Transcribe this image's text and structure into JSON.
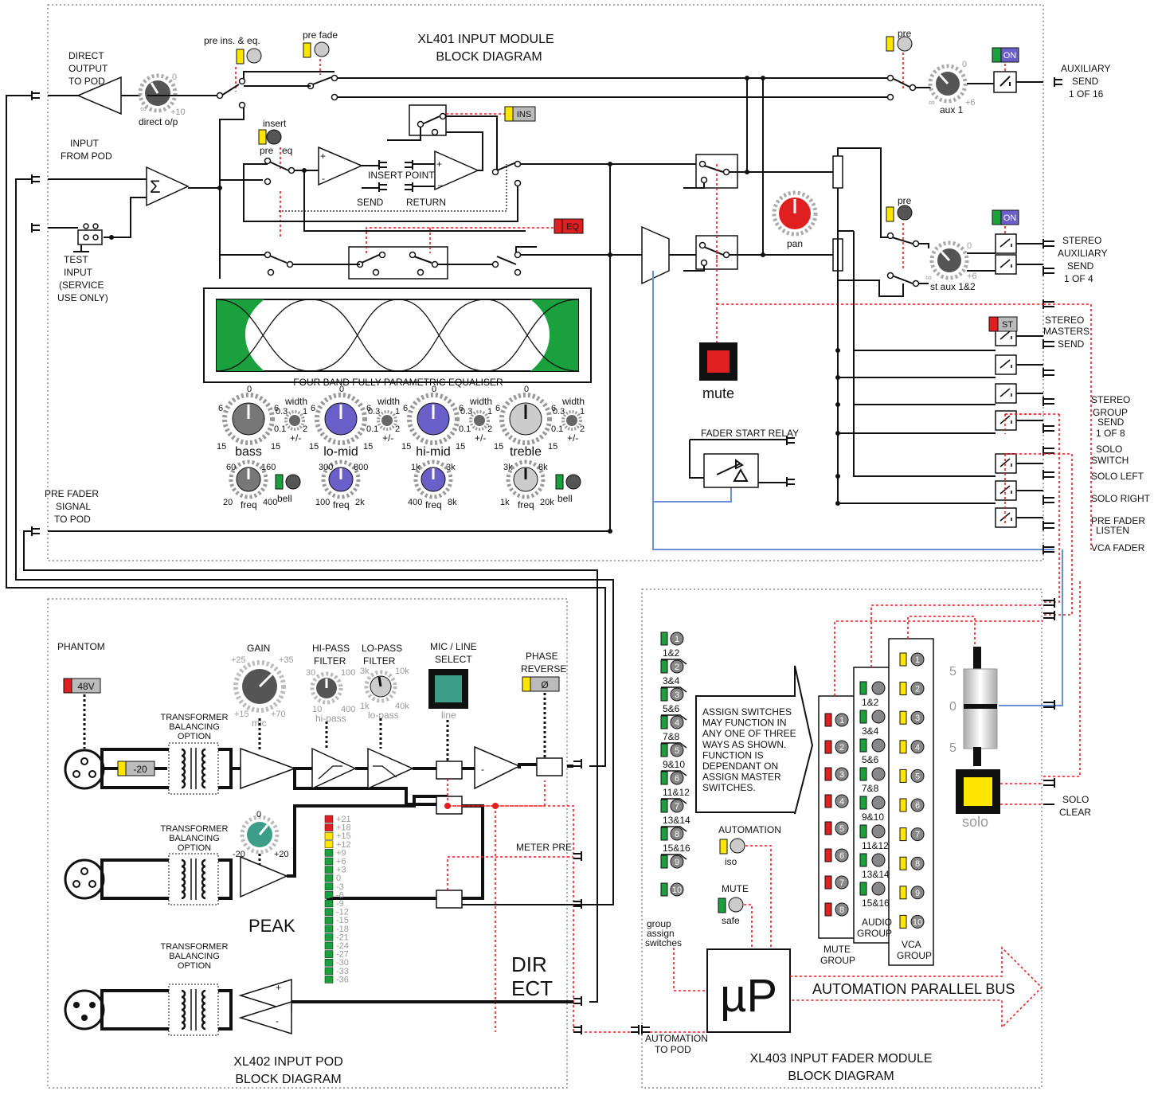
{
  "modules": {
    "xl401_line1": "XL401 INPUT MODULE",
    "xl401_line2": "BLOCK DIAGRAM",
    "xl402_line1": "XL402 INPUT POD",
    "xl402_line2": "BLOCK DIAGRAM",
    "xl403_line1": "XL403 INPUT FADER MODULE",
    "xl403_line2": "BLOCK DIAGRAM"
  },
  "left_io": {
    "direct1": "DIRECT",
    "direct2": "OUTPUT",
    "direct3": "TO POD",
    "input1": "INPUT",
    "input2": "FROM POD",
    "test1": "TEST",
    "test2": "INPUT",
    "test3": "(SERVICE",
    "test4": "USE ONLY)",
    "prefader1": "PRE FADER",
    "prefader2": "SIGNAL",
    "prefader3": "TO POD"
  },
  "top": {
    "pre_ins_eq": "pre ins. & eq.",
    "pre_fade": "pre fade",
    "pre": "pre",
    "on": "ON",
    "ins": "INS",
    "eq": "EQ",
    "st": "ST",
    "direct_op": "direct o/p",
    "insert": "insert",
    "pre_small": "pre",
    "eq_small": "eq",
    "insert_point": "INSERT POINT",
    "send": "SEND",
    "return": "RETURN",
    "sigma": "Σ",
    "aux1": "aux 1",
    "st_aux": "st aux 1&2",
    "pan": "pan",
    "mute": "mute",
    "fader_start": "FADER START RELAY",
    "plus": "+",
    "minus": "-",
    "minus_alt": "–",
    "inf": "∞",
    "zero": "0",
    "plus10": "+10",
    "plus6": "+6"
  },
  "right_io": {
    "aux1": "AUXILIARY",
    "aux2": "SEND",
    "aux3": "1 OF 16",
    "st1": "STEREO",
    "st2": "AUXILIARY",
    "st3": "SEND",
    "st4": "1 OF 4",
    "sm1": "STEREO",
    "sm2": "MASTERS",
    "sm3": "SEND",
    "sg1": "STEREO",
    "sg2": "GROUP",
    "sg3": "SEND",
    "sg4": "1 OF 8",
    "solo1": "SOLO",
    "solo2": "SWITCH",
    "solo_left": "SOLO LEFT",
    "solo_right": "SOLO RIGHT",
    "pfl1": "PRE FADER",
    "pfl2": "LISTEN",
    "vca": "VCA FADER",
    "soloclear1": "SOLO",
    "soloclear2": "CLEAR"
  },
  "eq": {
    "title": "FOUR BAND FULLY PARAMETRIC EQUALISER",
    "bands": [
      "bass",
      "lo-mid",
      "hi-mid",
      "treble"
    ],
    "width": "width",
    "w03": "0.3",
    "w1": "1",
    "w01": "0.1",
    "w2": "2",
    "pm": "+/-",
    "g0": "0",
    "g6": "6",
    "g15": "15",
    "freq": "freq",
    "bell": "bell",
    "f_bass": [
      "60",
      "160",
      "20",
      "400"
    ],
    "f_lomid": [
      "300",
      "800",
      "100",
      "2k"
    ],
    "f_himid": [
      "1k",
      "3k",
      "400",
      "8k"
    ],
    "f_treble": [
      "3k",
      "8k",
      "1k",
      "20k"
    ]
  },
  "pod": {
    "phantom": "PHANTOM",
    "v48": "48V",
    "pad": "-20",
    "trans1": "TRANSFORMER",
    "trans2": "BALANCING",
    "trans3": "OPTION",
    "gain": "GAIN",
    "gain_p25": "+25",
    "gain_p35": "+35",
    "gain_p15": "+15",
    "gain_p70": "+70",
    "mic": "mic",
    "hipass1": "HI-PASS",
    "hipass2": "FILTER",
    "hp_30": "30",
    "hp_100": "100",
    "hp_10": "10",
    "hp_400": "400",
    "hipass": "hi-pass",
    "lopass1": "LO-PASS",
    "lopass2": "FILTER",
    "lp_3k": "3k",
    "lp_10k": "10k",
    "lp_1k": "1k",
    "lp_40k": "40k",
    "lopass": "lo-pass",
    "micline1": "MIC / LINE",
    "micline2": "SELECT",
    "line": "line",
    "phase1": "PHASE",
    "phase2": "REVERSE",
    "phi": "Ø",
    "line_zero": "0",
    "line_m20": "-20",
    "line_p20": "+20",
    "peak": "PEAK",
    "meter_pre": "METER PRE",
    "dir1": "DIR",
    "dir2": "ECT",
    "meter": [
      "+21",
      "+18",
      "+15",
      "+12",
      "+9",
      "+6",
      "+3",
      "0",
      "-3",
      "-6",
      "-9",
      "-12",
      "-15",
      "-18",
      "-21",
      "-24",
      "-27",
      "-30",
      "-33",
      "-36"
    ]
  },
  "fader": {
    "assign_labels": [
      "1&2",
      "3&4",
      "5&6",
      "7&8",
      "9&10",
      "11&12",
      "13&14",
      "15&16"
    ],
    "numbers": [
      "1",
      "2",
      "3",
      "4",
      "5",
      "6",
      "7",
      "8",
      "9",
      "10"
    ],
    "group_assign1": "group",
    "group_assign2": "assign",
    "group_assign3": "switches",
    "note": [
      "ASSIGN SWITCHES",
      "MAY FUNCTION IN",
      "ANY ONE OF THREE",
      "WAYS AS SHOWN.",
      "FUNCTION IS",
      "DEPENDANT ON",
      "ASSIGN MASTER",
      "SWITCHES."
    ],
    "automation": "AUTOMATION",
    "iso": "iso",
    "mute_lbl": "MUTE",
    "safe": "safe",
    "mute_group1": "MUTE",
    "mute_group2": "GROUP",
    "audio_group1": "AUDIO",
    "audio_group2": "GROUP",
    "vca_group1": "VCA",
    "vca_group2": "GROUP",
    "scale5a": "5",
    "scale0": "0",
    "scale5b": "5",
    "solo": "solo",
    "up": "µP",
    "bus": "AUTOMATION PARALLEL BUS",
    "autopod1": "AUTOMATION",
    "autopod2": "TO POD"
  },
  "colors": {
    "red": "#e02020",
    "yellow": "#ffe600",
    "green": "#1aa03c",
    "purple": "#6a5fc8",
    "teal": "#3d9e88",
    "soloyellow": "#ffe600",
    "mutered": "#e02020"
  }
}
